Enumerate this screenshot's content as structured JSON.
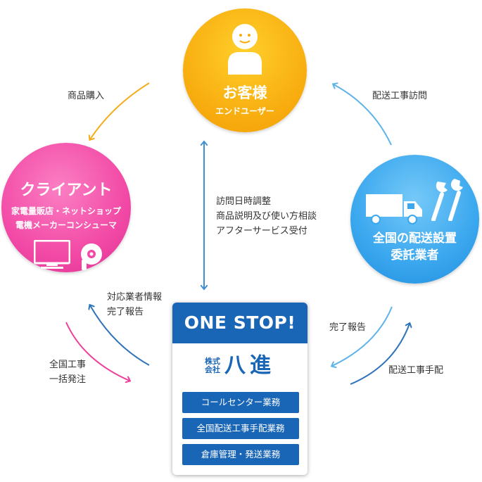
{
  "customer": {
    "title": "お客様",
    "subtitle": "エンドユーザー",
    "color": "#f8ad0f"
  },
  "client": {
    "title": "クライアント",
    "line1": "家電量販店・ネットショップ",
    "line2": "電機メーカーコンシューマ",
    "color": "#f24aa6"
  },
  "contractor": {
    "title_line1": "全国の配送設置",
    "title_line2": "委託業者",
    "color": "#3aa7ee"
  },
  "onestop": {
    "heading": "ONE STOP!",
    "company_prefix_top": "株式",
    "company_prefix_bottom": "会社",
    "company_name": "八進",
    "services": [
      "コールセンター業務",
      "全国配送工事手配業務",
      "倉庫管理・発送業務"
    ],
    "color": "#1a66b6"
  },
  "labels": {
    "purchase": "商品購入",
    "install_visit": "配送工事訪問",
    "center_lines": [
      "訪問日時調整",
      "商品説明及び使い方相談",
      "アフターサービス受付"
    ],
    "vendor_report_lines": [
      "対応業者情報",
      "完了報告"
    ],
    "order_lines": [
      "全国工事",
      "一括発注"
    ],
    "completion_report": "完了報告",
    "arrange_install": "配送工事手配"
  },
  "icons": {
    "customer": "person-icon",
    "client_tv": "tv-icon",
    "client_appliance": "hairdryer-icon",
    "contractor_truck": "truck-icon",
    "contractor_tools": "wrench-icon"
  }
}
